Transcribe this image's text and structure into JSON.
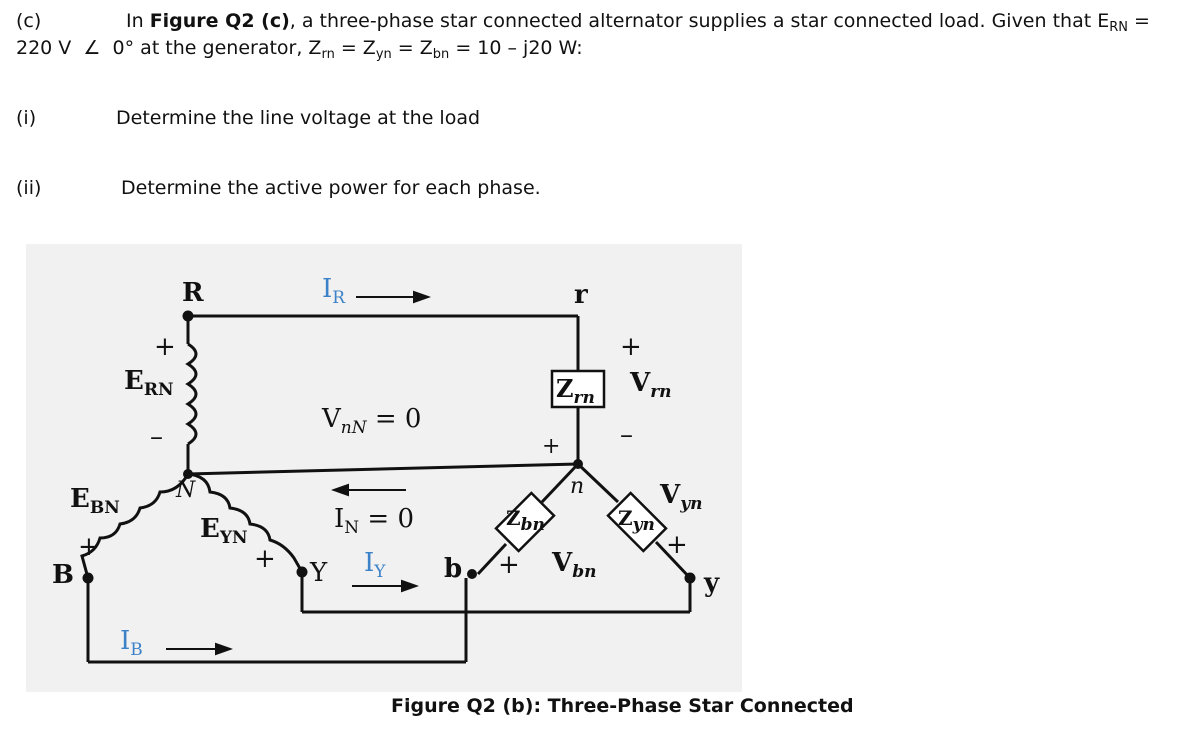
{
  "question": {
    "part_label": "(c)",
    "intro_prefix": "In ",
    "intro_figref": "Figure Q2 (c)",
    "intro_mid": ", a three-phase star connected alternator supplies a star connected  load. Given that E",
    "intro_sub": "RN",
    "intro_eq": " =",
    "line2_value": "220 V",
    "line2_angle_symbol": "∠",
    "line2_angle": "0° at the generator, Z",
    "line2_sub_rn": "rn",
    "line2_eq1": " = Z",
    "line2_sub_yn": "yn",
    "line2_eq2": " = Z",
    "line2_sub_bn": "bn",
    "line2_tail": " = 10 – j20 W:"
  },
  "subparts": [
    {
      "label": "(i)",
      "text": "Determine the line voltage at the load"
    },
    {
      "label": "(ii)",
      "text": "Determine the active power for each phase."
    }
  ],
  "figure": {
    "caption": "Figure Q2 (b): Three-Phase Star Connected",
    "nodes": {
      "R": "R",
      "N": "N",
      "B": "B",
      "Y": "Y",
      "r": "r",
      "n": "n",
      "b": "b",
      "y": "y"
    },
    "sources": {
      "ERN": {
        "main": "E",
        "sub": "RN"
      },
      "EBN": {
        "main": "E",
        "sub": "BN"
      },
      "EYN": {
        "main": "E",
        "sub": "YN"
      }
    },
    "currents": {
      "IR": {
        "main": "I",
        "sub": "R"
      },
      "IB": {
        "main": "I",
        "sub": "B"
      },
      "IY": {
        "main": "I",
        "sub": "Y"
      },
      "IN": {
        "main": "I",
        "sub": "N",
        "eq": " = 0"
      }
    },
    "vnN": {
      "main": "V",
      "sub": "nN",
      "eq": " = 0"
    },
    "impedances": {
      "Zrn": {
        "main": "Z",
        "sub": "rn"
      },
      "Zbn": {
        "main": "Z",
        "sub": "bn"
      },
      "Zyn": {
        "main": "Z",
        "sub": "yn"
      }
    },
    "voltages": {
      "Vrn": {
        "main": "V",
        "sub": "rn"
      },
      "Vbn": {
        "main": "V",
        "sub": "bn"
      },
      "Vyn": {
        "main": "V",
        "sub": "yn"
      }
    },
    "signs": {
      "plus": "+",
      "minus": "–"
    },
    "colors": {
      "current_label": "#3c82c8",
      "wire": "#111111",
      "background": "#f1f1f1"
    }
  }
}
